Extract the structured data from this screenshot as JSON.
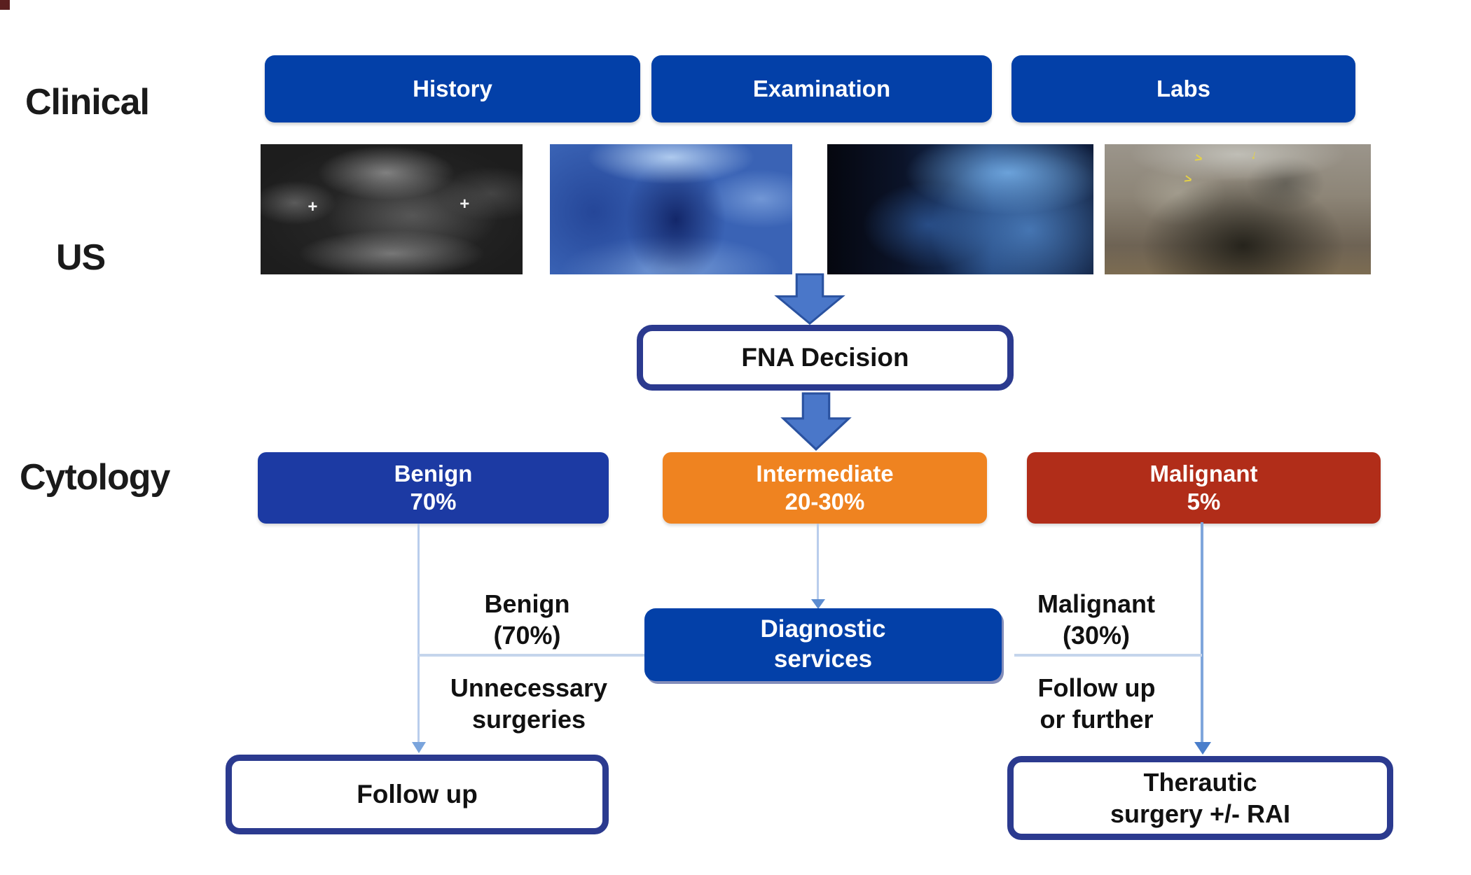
{
  "row_labels": {
    "clinical": "Clinical",
    "us": "US",
    "cytology": "Cytology"
  },
  "clinical_boxes": [
    {
      "label": "History"
    },
    {
      "label": "Examination"
    },
    {
      "label": "Labs"
    }
  ],
  "ultrasound_images": [
    {
      "name": "grayscale-thyroid-ultrasound-with-calipers"
    },
    {
      "name": "blue-tint-thyroid-ultrasound"
    },
    {
      "name": "dark-blue-thyroid-ultrasound"
    },
    {
      "name": "brown-gray-thyroid-ultrasound-with-yellow-markers"
    }
  ],
  "fna_box": {
    "label": "FNA Decision"
  },
  "cytology_boxes": [
    {
      "label": "Benign",
      "sub": "70%",
      "color": "#1c3aa3"
    },
    {
      "label": "Intermediate",
      "sub": "20-30%",
      "color": "#ef8320"
    },
    {
      "label": "Malignant",
      "sub": "5%",
      "color": "#b12d19"
    }
  ],
  "diagnostic_box": {
    "line1": "Diagnostic",
    "line2": "services"
  },
  "annotations": {
    "benign_pct": {
      "line1": "Benign",
      "line2": "(70%)"
    },
    "unnecessary": {
      "line1": "Unnecessary",
      "line2": "surgeries"
    },
    "malignant_pct": {
      "line1": "Malignant",
      "line2": "(30%)"
    },
    "follow_further": {
      "line1": "Follow up",
      "line2": "or further"
    }
  },
  "outcome_boxes": {
    "follow_up": {
      "label": "Follow up"
    },
    "therapy": {
      "line1": "Therautic",
      "line2": "surgery +/- RAI"
    }
  },
  "colors": {
    "clinical_pill_blue": "#0340a8",
    "benign_blue": "#1c3aa3",
    "intermediate_orange": "#ef8320",
    "malignant_red": "#b12d19",
    "outline_navy": "#2b3a8f",
    "big_arrow_fill": "#4a77c9",
    "big_arrow_stroke": "#2a52a0",
    "connector_light": "#c5d5ec",
    "connector_medium": "#7fa6dc"
  }
}
